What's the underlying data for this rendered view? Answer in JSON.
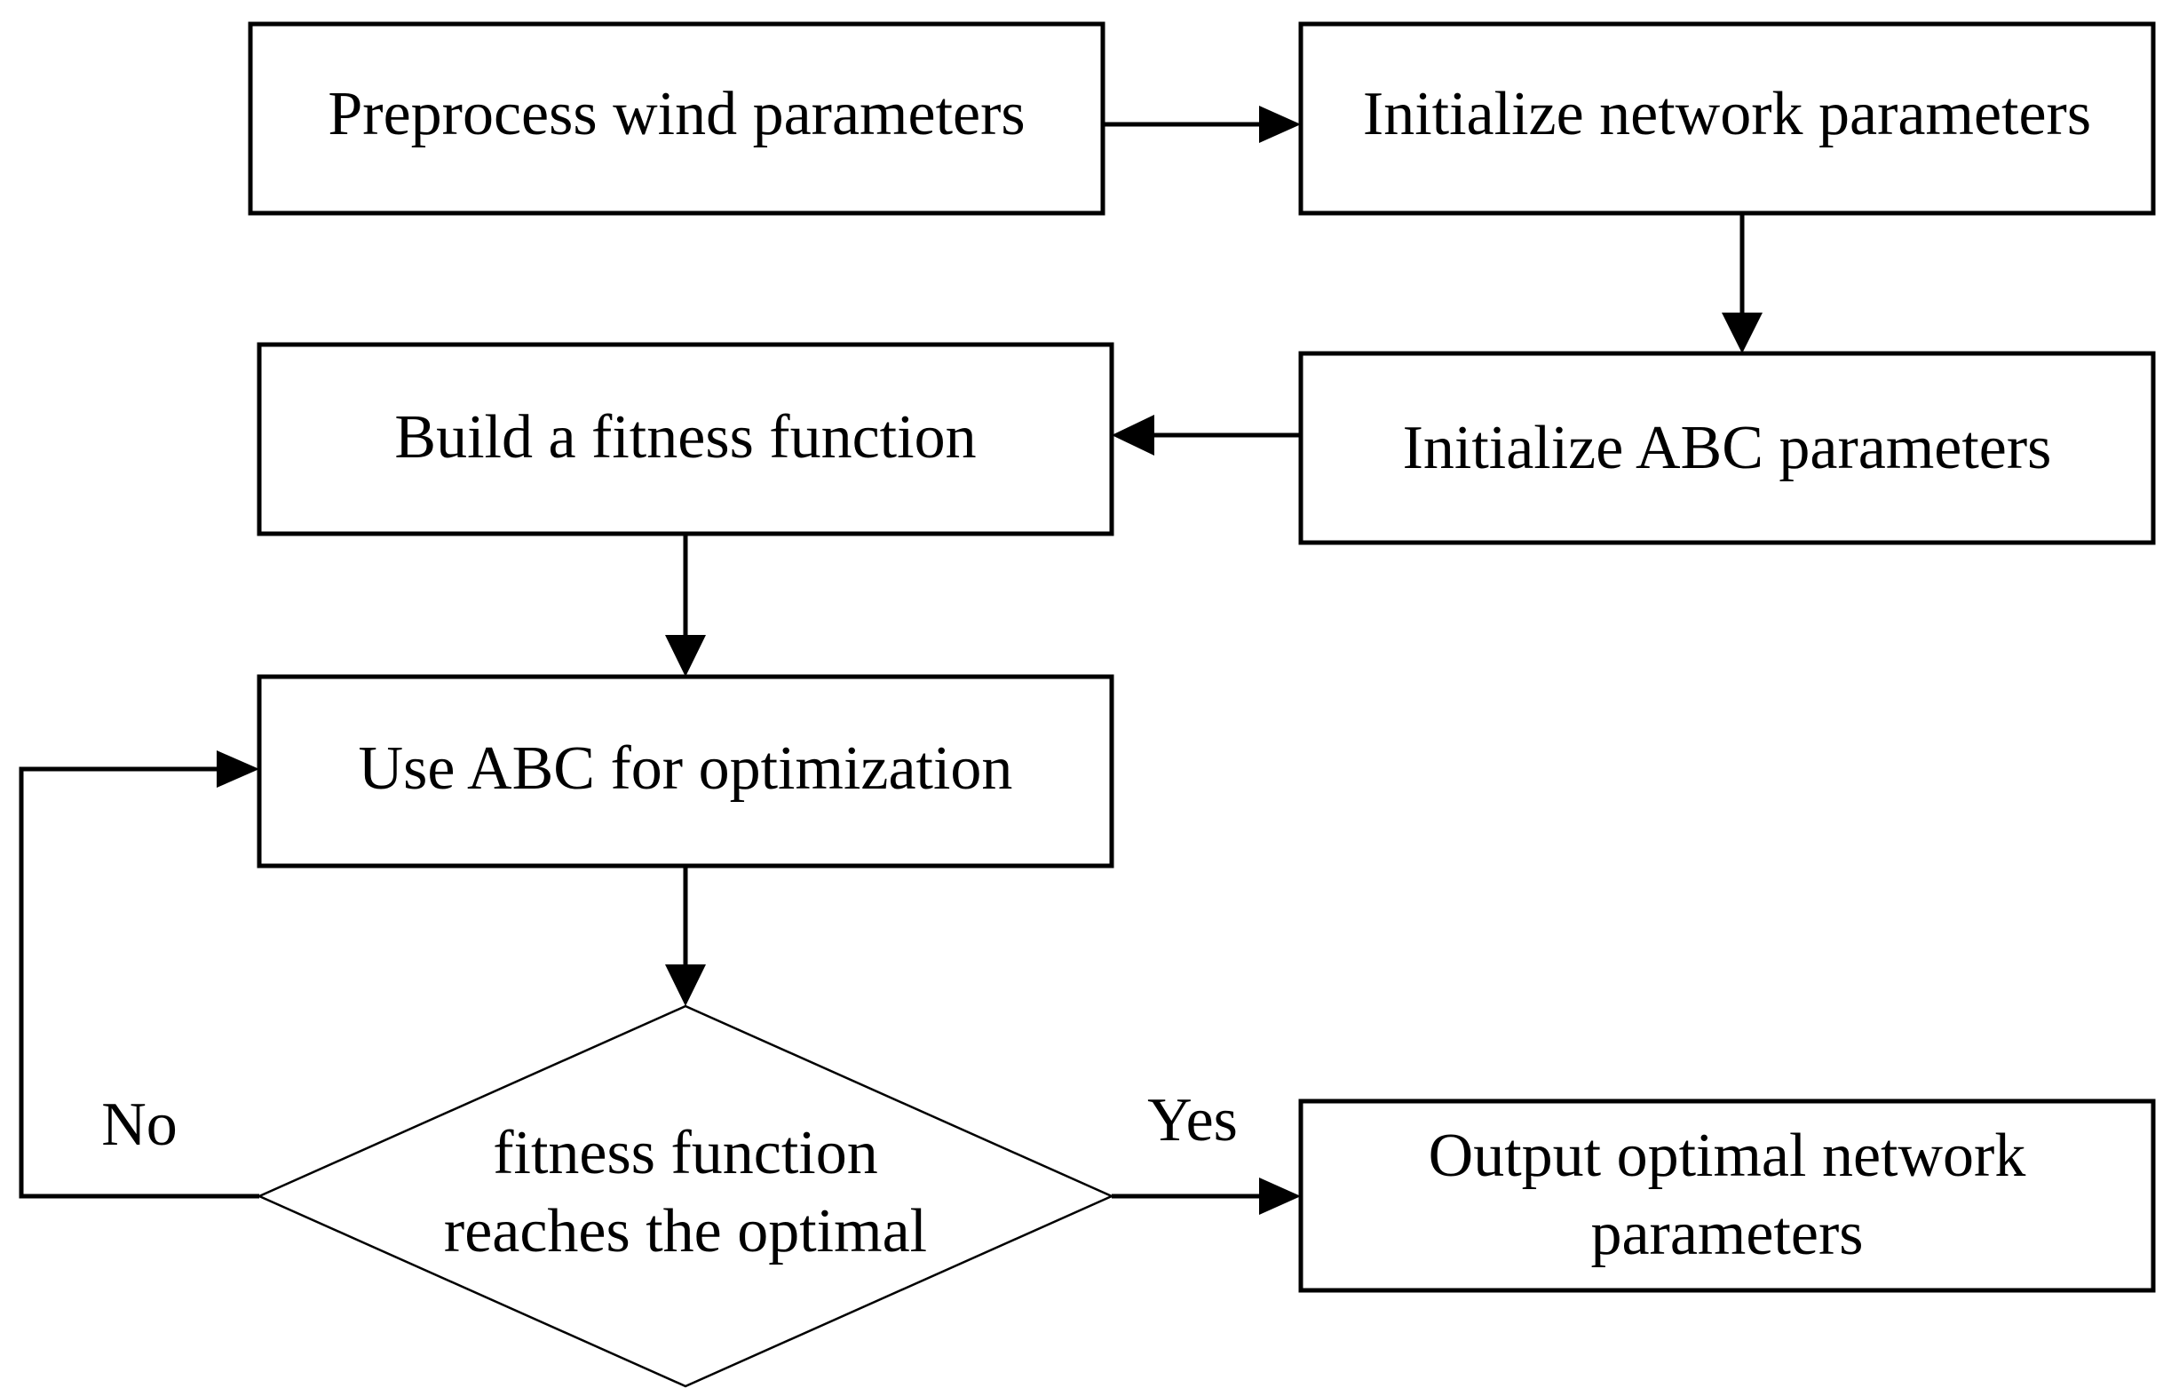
{
  "nodes": {
    "preprocess": "Preprocess wind parameters",
    "init_network": "Initialize network parameters",
    "init_abc": "Initialize ABC parameters",
    "build_fitness": "Build a fitness function",
    "use_abc": "Use ABC for optimization",
    "decision": {
      "line1": "fitness function",
      "line2": "reaches the optimal"
    },
    "output": {
      "line1": "Output optimal network",
      "line2": "parameters"
    }
  },
  "edge_labels": {
    "yes": "Yes",
    "no": "No"
  }
}
